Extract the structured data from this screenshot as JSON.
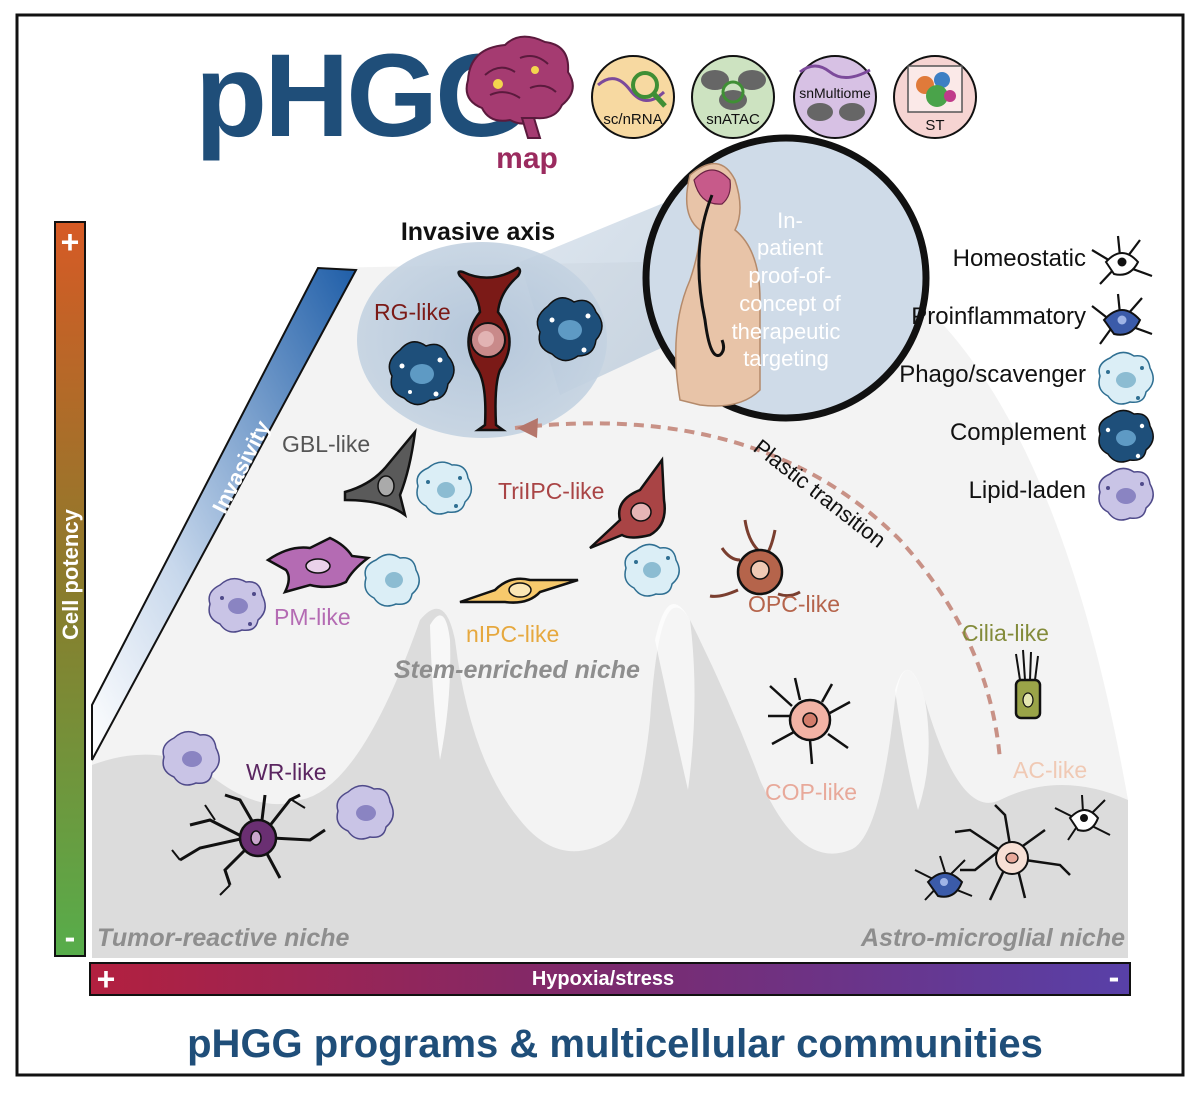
{
  "header": {
    "logo_main": "pHGG",
    "logo_sub": "map",
    "assays": [
      "sc/nRNA",
      "snATAC",
      "snMultiome",
      "ST"
    ]
  },
  "axes": {
    "y_label": "Cell potency",
    "y_plus": "+",
    "y_minus": "-",
    "x_label": "Hypoxia/stress",
    "x_plus": "+",
    "x_minus": "-",
    "invasivity": "Invasivity"
  },
  "invasive_axis": {
    "title": "Invasive axis",
    "callout_lines": [
      "In-",
      "patient",
      "proof-of-",
      "concept of",
      "therapeutic",
      "targeting"
    ]
  },
  "cells": {
    "rg": "RG-like",
    "gbl": "GBL-like",
    "triipc": "TriIPC-like",
    "opc": "OPC-like",
    "pm": "PM-like",
    "nipc": "nIPC-like",
    "cilia": "Cilia-like",
    "wr": "WR-like",
    "cop": "COP-like",
    "ac": "AC-like"
  },
  "transition": "Plastic transition",
  "niches": {
    "stem": "Stem-enriched niche",
    "tumor": "Tumor-reactive niche",
    "astro": "Astro-microglial niche"
  },
  "legend": [
    {
      "label": "Homeostatic"
    },
    {
      "label": "Proinflammatory"
    },
    {
      "label": "Phago/scavenger"
    },
    {
      "label": "Complement"
    },
    {
      "label": "Lipid-laden"
    }
  ],
  "footer": "pHGG programs & multicellular communities",
  "colors": {
    "title_blue": "#1f4e79",
    "map_magenta": "#9b2b5f",
    "rg": "#7b1a17",
    "triipc": "#a94445",
    "opc": "#b5644b",
    "pm": "#b46bb3",
    "nipc": "#e6a83e",
    "cilia": "#838b3a",
    "wr": "#5a2560",
    "cop": "#e8a99a",
    "ac": "#f0c9b4",
    "gbl": "#555555"
  }
}
